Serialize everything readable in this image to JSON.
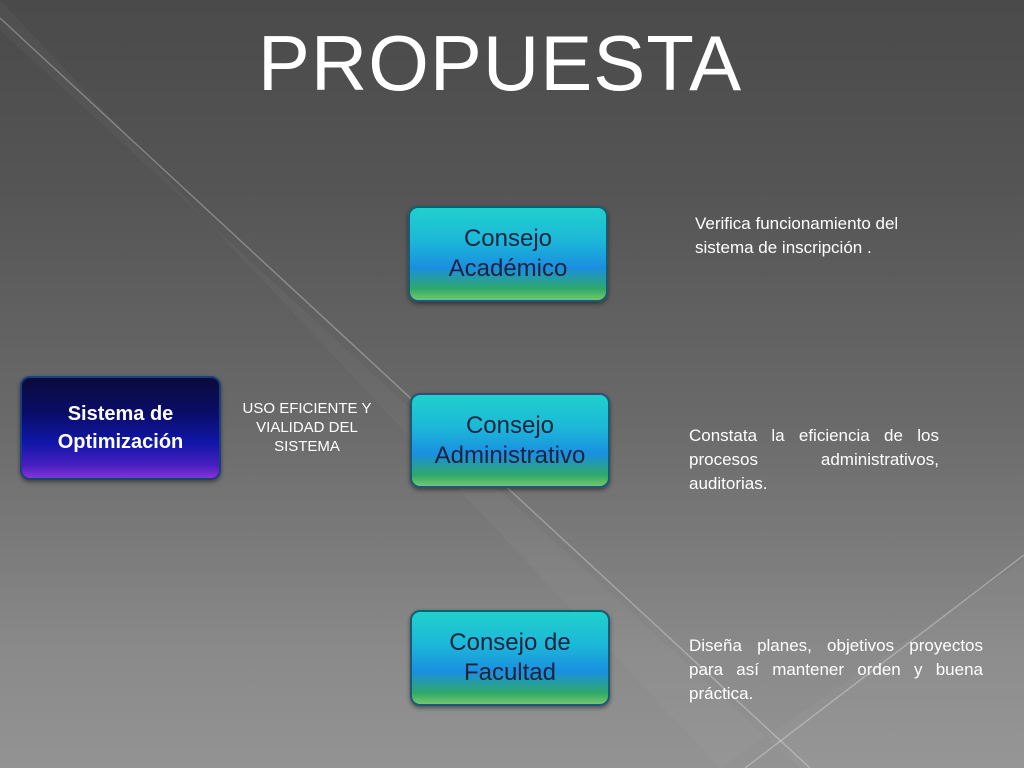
{
  "slide": {
    "title": "PROPUESTA"
  },
  "root": {
    "label": "Sistema de\nOptimización"
  },
  "connector_label": "USO EFICIENTE Y\nVIALIDAD DEL\nSISTEMA",
  "councils": [
    {
      "label": "Consejo\nAcadémico",
      "description": "Verifica funcionamiento del sistema de inscripción ."
    },
    {
      "label": "Consejo\nAdministrativo",
      "description": "Constata la eficiencia de los procesos administrativos, auditorias."
    },
    {
      "label": "Consejo de\nFacultad",
      "description": "Diseña planes, objetivos proyectos para así mantener orden y buena práctica."
    }
  ],
  "colors": {
    "council_box_top": "#21d0cd",
    "council_box_mid": "#1a8fe0",
    "council_box_bottom": "#74c96a",
    "root_box_top": "#0b0a3c",
    "root_box_bottom": "#8a33d6",
    "background": "#5a5a5a",
    "text": "#ffffff"
  }
}
